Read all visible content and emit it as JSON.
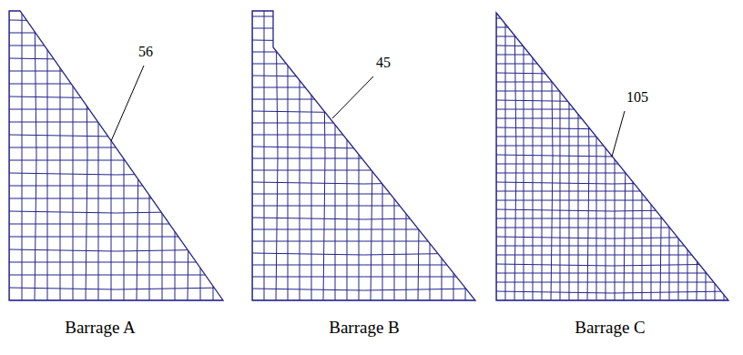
{
  "diagram": {
    "labels": [
      "56",
      "45",
      "105",
      "Barrage A",
      "Barrage B",
      "Barrage C"
    ]
  }
}
